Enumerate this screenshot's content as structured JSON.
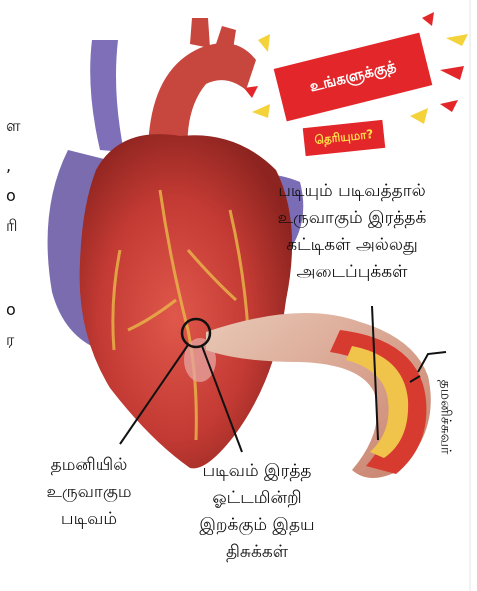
{
  "badge": {
    "line1": "உங்களுக்குத்",
    "line2": "தெரியுமா?"
  },
  "labels": {
    "top_right": [
      "படியும் படிவத்தால்",
      "உருவாகும் இரத்தக்",
      "கட்டிகள் அல்லது",
      "அடைப்புக்கள்"
    ],
    "bottom_left": [
      "தமனியில்",
      "உருவாகும",
      "படிவம்"
    ],
    "bottom_center": [
      "படிவம் இரத்த",
      "ஓட்டமின்றி",
      "இறக்கும் இதய",
      "திசுக்கள்"
    ],
    "side": "தமனிச்சுவர்"
  },
  "edge_text": [
    "ள",
    ",",
    "o",
    "ரி",
    "o",
    "ர"
  ],
  "colors": {
    "badge_red": "#e3262a",
    "badge_yellow": "#ffe04a",
    "heart_red": "#c6352e",
    "vein_purple": "#6b5ca6"
  }
}
